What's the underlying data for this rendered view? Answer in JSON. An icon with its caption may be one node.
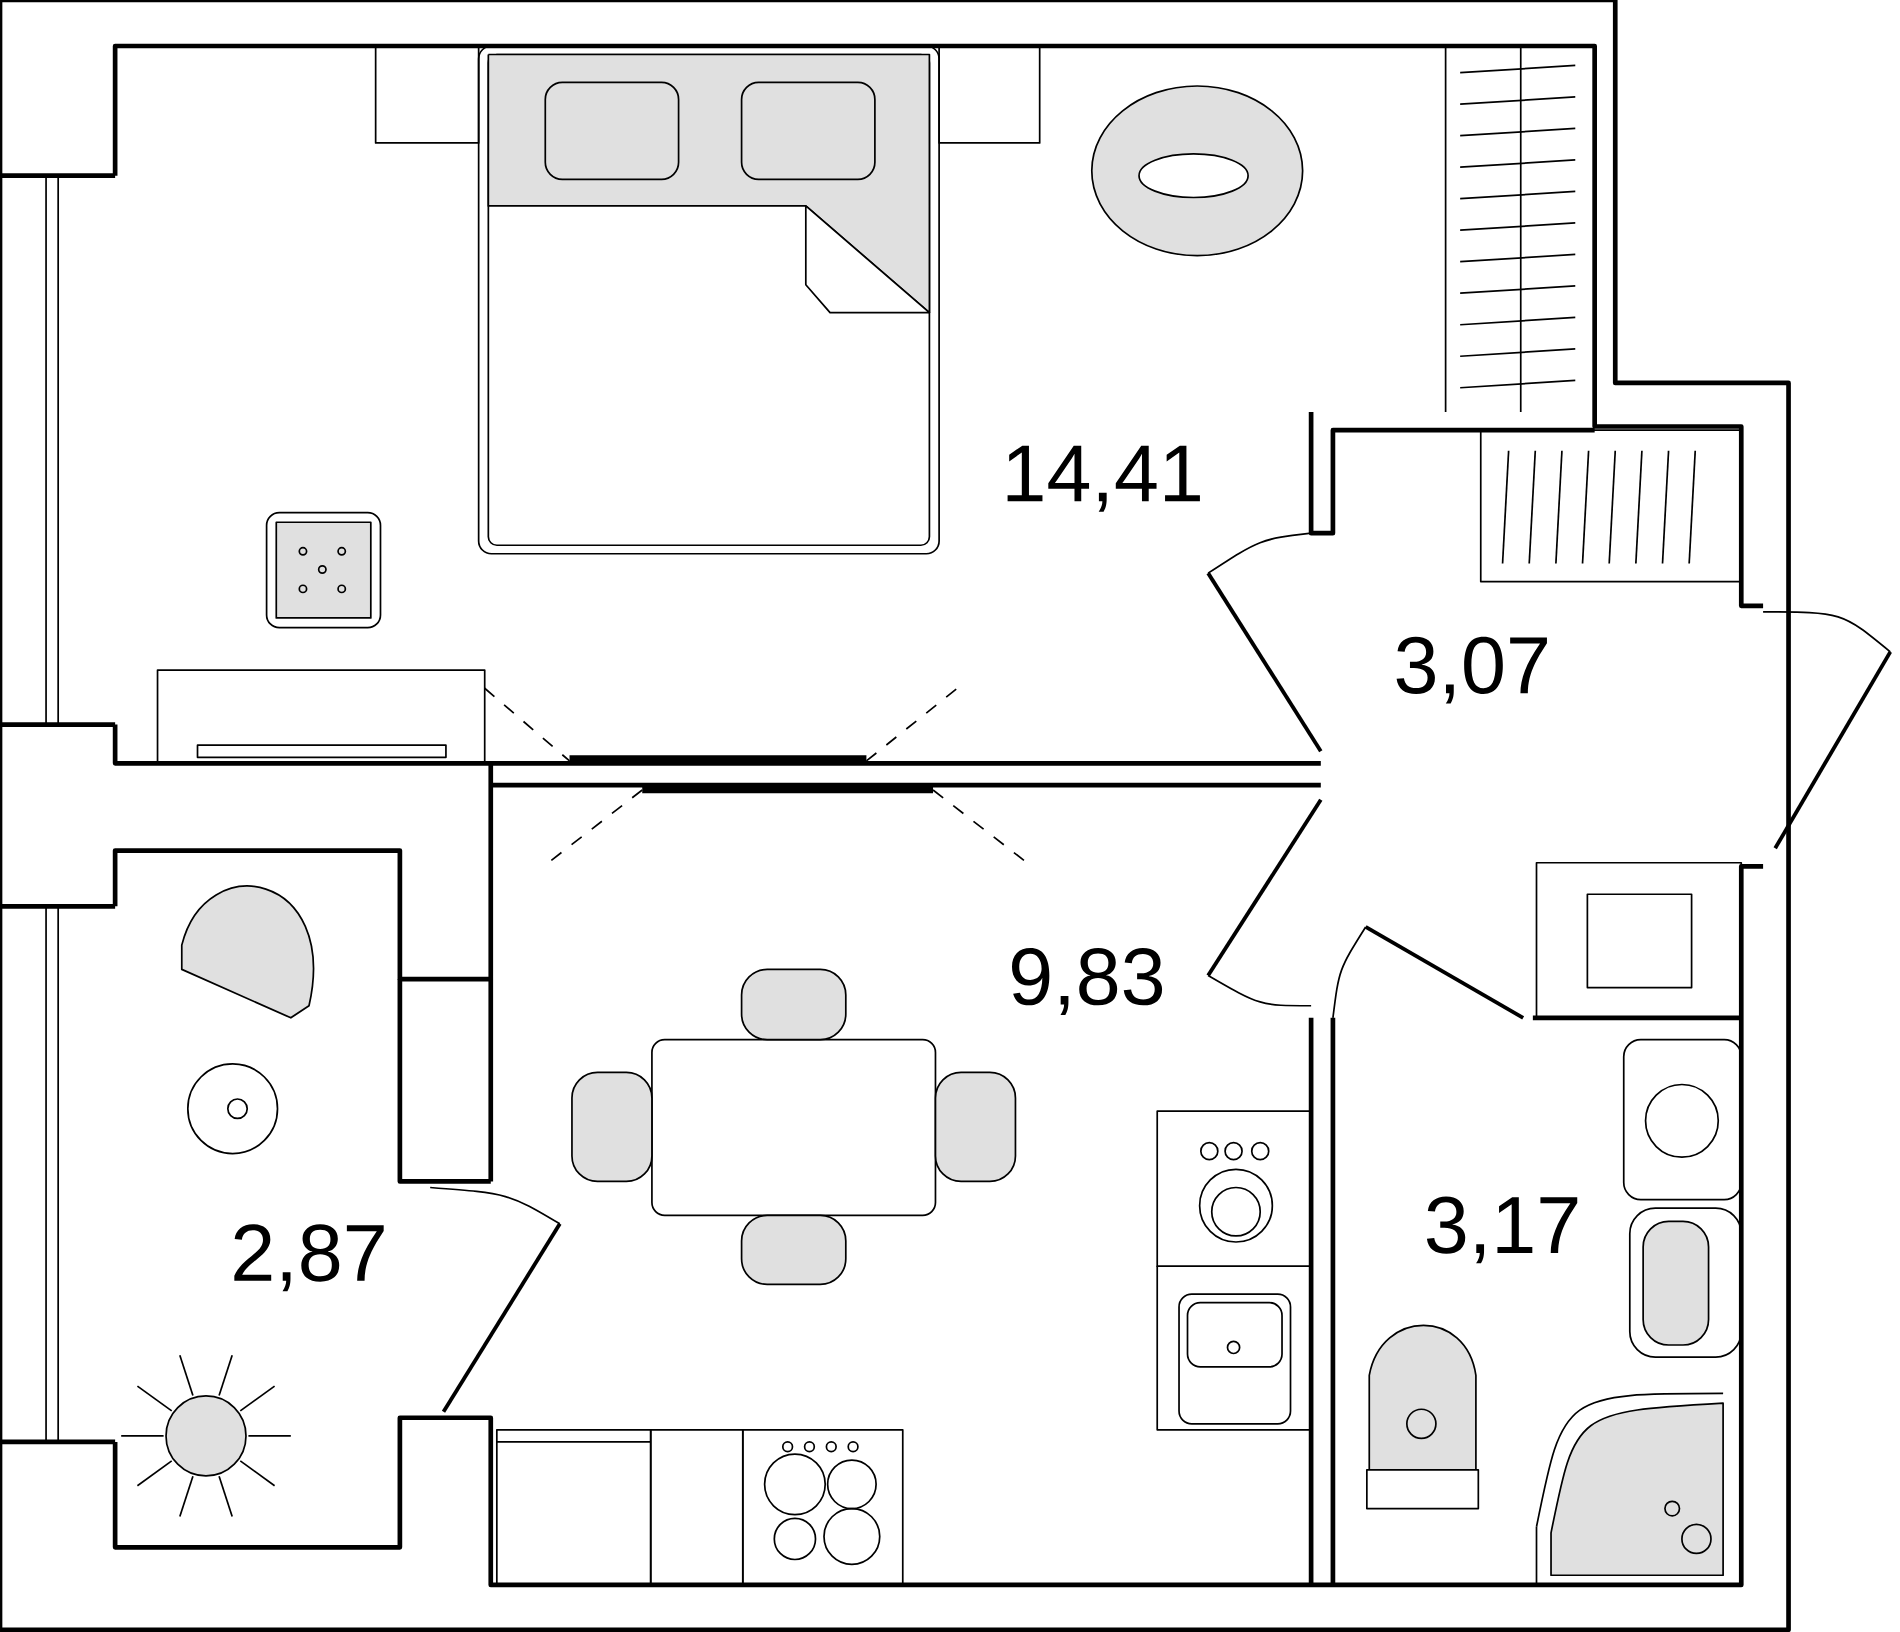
{
  "diagram": {
    "labels": [
      "14,41",
      "3,07",
      "9,83",
      "2,87",
      "3,17"
    ]
  }
}
